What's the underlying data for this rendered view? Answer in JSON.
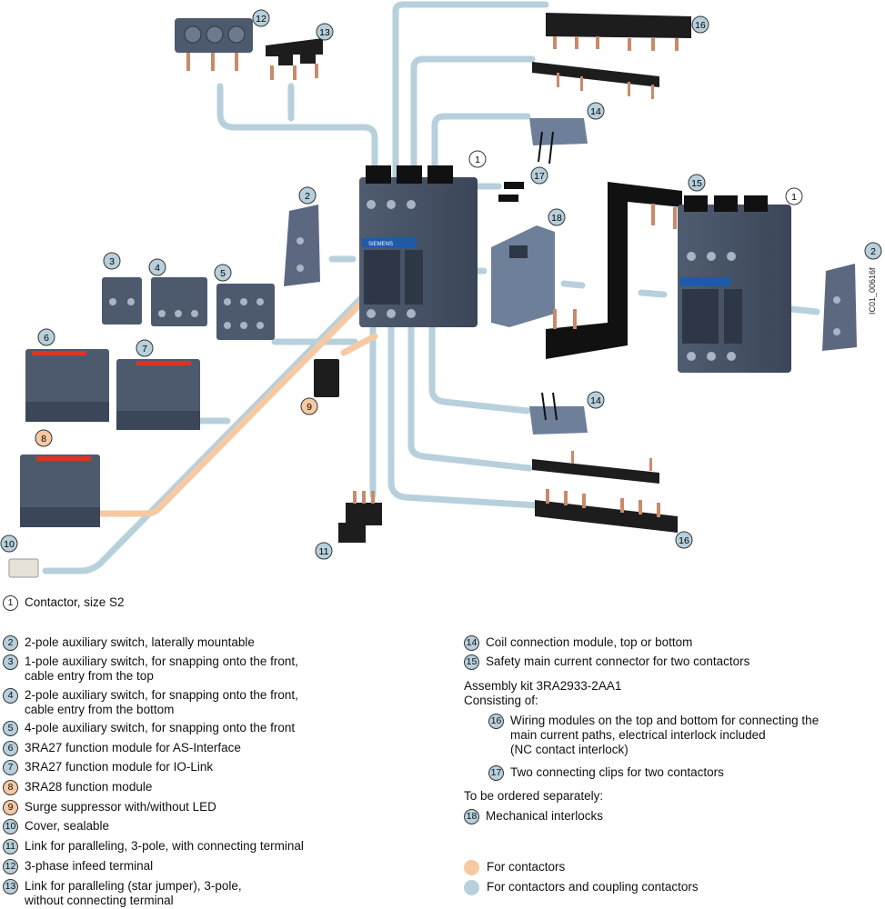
{
  "figure": {
    "code": "IC01_00616f",
    "brand": "SIEMENS",
    "callouts": [
      {
        "n": "12"
      },
      {
        "n": "13"
      },
      {
        "n": "16"
      },
      {
        "n": "14"
      },
      {
        "n": "1"
      },
      {
        "n": "17"
      },
      {
        "n": "2"
      },
      {
        "n": "18"
      },
      {
        "n": "15"
      },
      {
        "n": "1"
      },
      {
        "n": "2"
      },
      {
        "n": "3"
      },
      {
        "n": "4"
      },
      {
        "n": "5"
      },
      {
        "n": "6"
      },
      {
        "n": "7"
      },
      {
        "n": "9"
      },
      {
        "n": "14"
      },
      {
        "n": "8"
      },
      {
        "n": "16"
      },
      {
        "n": "10"
      },
      {
        "n": "11"
      }
    ]
  },
  "legend": {
    "items": [
      {
        "n": "1",
        "color": "white",
        "text": "Contactor, size S2"
      },
      {
        "n": "2",
        "color": "blue",
        "text": "2-pole auxiliary switch, laterally mountable"
      },
      {
        "n": "3",
        "color": "blue",
        "text": "1-pole auxiliary switch, for snapping onto the front,\ncable entry from the top"
      },
      {
        "n": "4",
        "color": "blue",
        "text": "2-pole auxiliary switch, for snapping onto the front,\ncable entry from the bottom"
      },
      {
        "n": "5",
        "color": "blue",
        "text": "4-pole auxiliary switch, for snapping onto the front"
      },
      {
        "n": "6",
        "color": "blue",
        "text": "3RA27 function module for AS-Interface"
      },
      {
        "n": "7",
        "color": "blue",
        "text": "3RA27 function module for IO-Link"
      },
      {
        "n": "8",
        "color": "orange",
        "text": "3RA28 function module"
      },
      {
        "n": "9",
        "color": "orange",
        "text": "Surge suppressor with/without LED"
      },
      {
        "n": "10",
        "color": "blue",
        "text": "Cover, sealable"
      },
      {
        "n": "11",
        "color": "blue",
        "text": "Link for paralleling, 3-pole, with connecting terminal"
      },
      {
        "n": "12",
        "color": "blue",
        "text": "3-phase infeed terminal"
      },
      {
        "n": "13",
        "color": "blue",
        "text": "Link for paralleling (star jumper), 3-pole,\nwithout connecting terminal"
      },
      {
        "n": "14",
        "color": "blue",
        "text": "Coil connection module, top or bottom"
      },
      {
        "n": "15",
        "color": "blue",
        "text": "Safety main current connector for two contactors"
      },
      {
        "n": "16",
        "color": "blue",
        "text": "Wiring modules on the top and bottom for connecting the\nmain current paths, electrical interlock included\n(NC contact interlock)"
      },
      {
        "n": "17",
        "color": "blue",
        "text": "Two connecting clips for two contactors"
      },
      {
        "n": "18",
        "color": "blue",
        "text": "Mechanical interlocks"
      }
    ],
    "assembly_kit": "Assembly kit 3RA2933-2AA1\nConsisting of:",
    "ordered_separately": "To be ordered separately:",
    "key": [
      {
        "color": "#f6c9a3",
        "text": "For contactors"
      },
      {
        "color": "#b7d0dc",
        "text": "For contactors and coupling contactors"
      }
    ]
  }
}
